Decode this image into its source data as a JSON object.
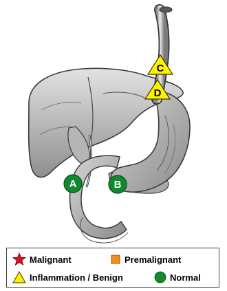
{
  "markers": [
    {
      "id": "A",
      "label": "A",
      "category": "normal"
    },
    {
      "id": "B",
      "label": "B",
      "category": "normal"
    },
    {
      "id": "C",
      "label": "C",
      "category": "inflammation_benign"
    },
    {
      "id": "D",
      "label": "D",
      "category": "inflammation_benign"
    }
  ],
  "legend": {
    "malignant": {
      "label": "Malignant",
      "icon": "red-star-icon",
      "color": "#e0101c"
    },
    "premalignant": {
      "label": "Premalignant",
      "icon": "orange-square-icon",
      "color": "#f0901c"
    },
    "inflammation_benign": {
      "label": "Inflammation / Benign",
      "icon": "yellow-triangle-icon",
      "color": "#fff200"
    },
    "normal": {
      "label": "Normal",
      "icon": "green-circle-icon",
      "color": "#0f8a2c"
    }
  }
}
